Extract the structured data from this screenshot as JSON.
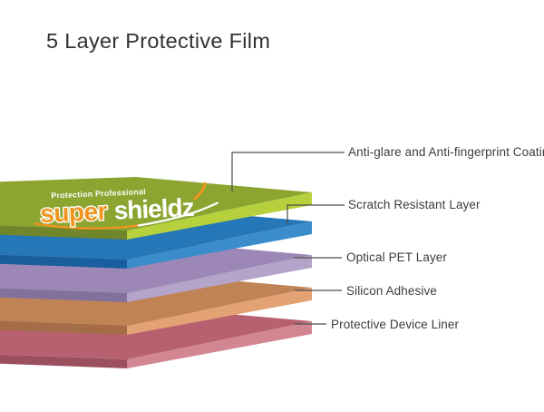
{
  "title": "5 Layer Protective Film",
  "logo": {
    "tagline": "Protection Professional",
    "brand_super": "super",
    "brand_shieldz": "shieldz",
    "orange": "#F0941E",
    "white": "#FFFFFF"
  },
  "layers": [
    {
      "label": "Anti-glare and Anti-fingerprint Coating",
      "colors": {
        "top": "#8CA430",
        "right": "#B7D13C",
        "left": "#71862B"
      }
    },
    {
      "label": "Scratch Resistant Layer",
      "colors": {
        "top": "#2677B7",
        "right": "#3A8CCB",
        "left": "#1A5F9D"
      }
    },
    {
      "label": "Optical PET Layer",
      "colors": {
        "top": "#9C87B6",
        "right": "#B4A4CA",
        "left": "#83719D"
      }
    },
    {
      "label": "Silicon Adhesive",
      "colors": {
        "top": "#BF8355",
        "right": "#E3A273",
        "left": "#A56C48"
      }
    },
    {
      "label": "Protective Device Liner",
      "colors": {
        "top": "#B76170",
        "right": "#D28692",
        "left": "#9C505F"
      }
    }
  ],
  "connector_color": "#4D4D4D",
  "text_color": "#3C3C3C",
  "background": "#FFFFFF"
}
